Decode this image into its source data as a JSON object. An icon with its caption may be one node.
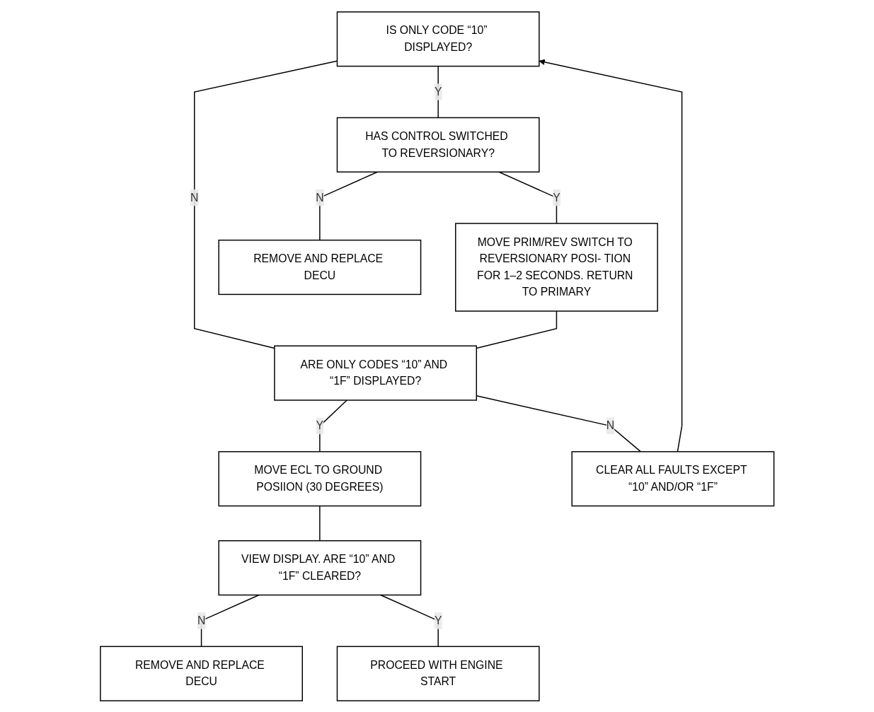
{
  "diagram": {
    "nodes": [
      {
        "text": [
          "IS ONLY CODE “10” DISPLAYED?"
        ]
      },
      {
        "text": [
          "HAS CONTROL SWITCHED TO REVERSIONARY?"
        ]
      },
      {
        "text": [
          "MOVE PRIM/REV SWITCH TO REVERSIONARY POSI- TION FOR 1–2 SECONDS. RETURN TO PRIMARY"
        ]
      },
      {
        "text": [
          "REMOVE AND REPLACE DECU"
        ]
      },
      {
        "text": [
          "ARE ONLY CODES “10” AND “1F” DISPLAYED?"
        ]
      },
      {
        "text": [
          "MOVE ECL TO GROUND POSIION (30 DEGREES)"
        ]
      },
      {
        "text": [
          "VIEW DISPLAY. ARE “10” AND “1F” CLEARED?"
        ]
      },
      {
        "text": [
          "CLEAR ALL FAULTS EXCEPT “10” AND/OR “1F”"
        ]
      },
      {
        "text": [
          "REMOVE AND REPLACE DECU"
        ]
      },
      {
        "text": [
          "PROCEED WITH ENGINE START"
        ]
      }
    ],
    "edges": [
      {
        "from": 0,
        "to": 1,
        "arrow": "none",
        "label": "Y"
      },
      {
        "from": 1,
        "to": 2,
        "arrow": "none",
        "label": "Y"
      },
      {
        "from": 1,
        "to": 3,
        "arrow": "none",
        "label": "N"
      },
      {
        "from": 0,
        "to": 4,
        "arrow": "none",
        "label": "N"
      },
      {
        "from": 2,
        "to": 4,
        "arrow": "none"
      },
      {
        "from": 4,
        "to": 5,
        "arrow": "none",
        "label": "Y"
      },
      {
        "from": 5,
        "to": 6,
        "arrow": "none"
      },
      {
        "from": 6,
        "to": 8,
        "arrow": "none",
        "label": "N"
      },
      {
        "from": 6,
        "to": 9,
        "arrow": "none",
        "label": "Y"
      },
      {
        "from": 4,
        "to": 7,
        "arrow": "none",
        "label": "N"
      },
      {
        "from": 7,
        "to": 0,
        "arrow": "to"
      }
    ]
  }
}
